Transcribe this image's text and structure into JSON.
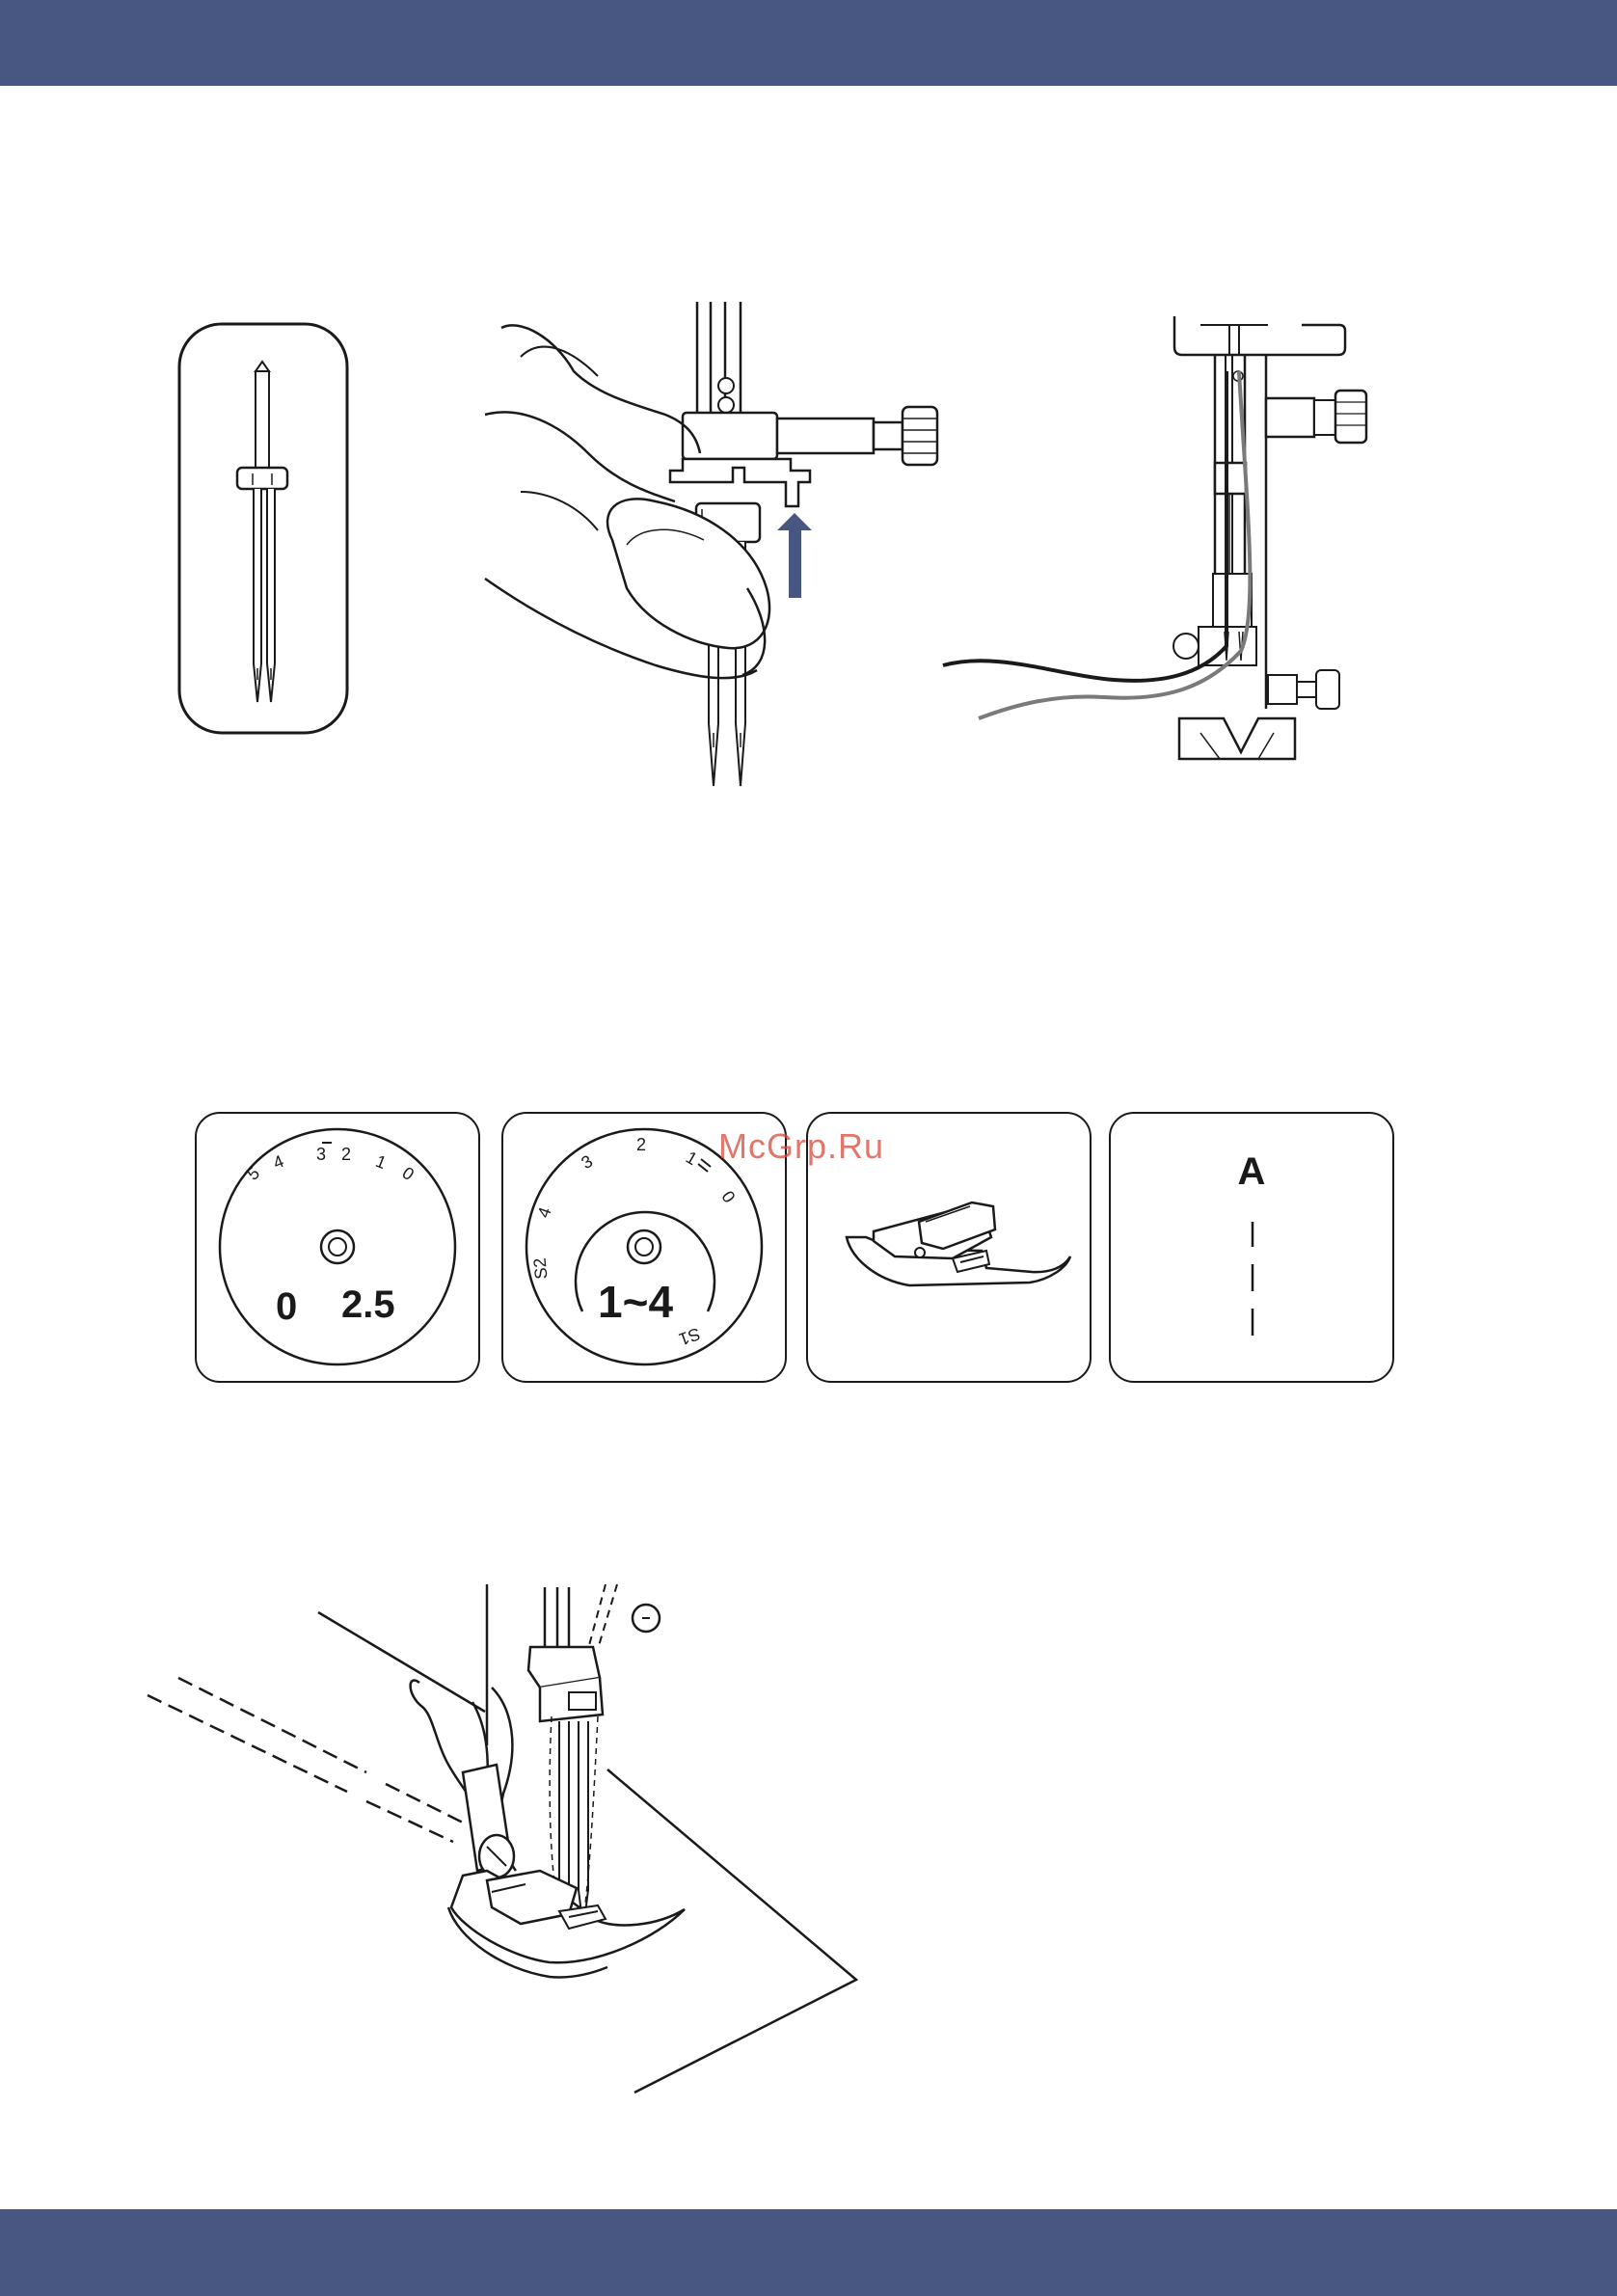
{
  "header": {
    "color": "#485682"
  },
  "footer": {
    "color": "#485682"
  },
  "watermark": {
    "text": "McGrp.Ru",
    "color": "#d84a3a"
  },
  "figures": {
    "twin_needle": {
      "icon": "twin-needle-icon"
    },
    "insert_needle": {
      "icon": "needle-insert-icon",
      "arrow_color": "#485682"
    },
    "threading": {
      "icon": "twin-thread-icon"
    },
    "stitch_settings": {
      "width_dial": {
        "scale": [
          "5",
          "4",
          "3",
          "2",
          "1",
          "0"
        ],
        "setting_low": "0",
        "setting_high": "2.5"
      },
      "length_dial": {
        "scale": [
          "4",
          "3",
          "2",
          "1",
          "0"
        ],
        "s2_label": "S2",
        "s1_label": "S1",
        "setting": "1~4"
      },
      "foot": {
        "icon": "zigzag-foot-icon"
      },
      "pattern": {
        "letter": "A",
        "icon": "straight-stitch-icon"
      }
    },
    "sewing": {
      "icon": "twin-needle-sewing-icon"
    }
  }
}
